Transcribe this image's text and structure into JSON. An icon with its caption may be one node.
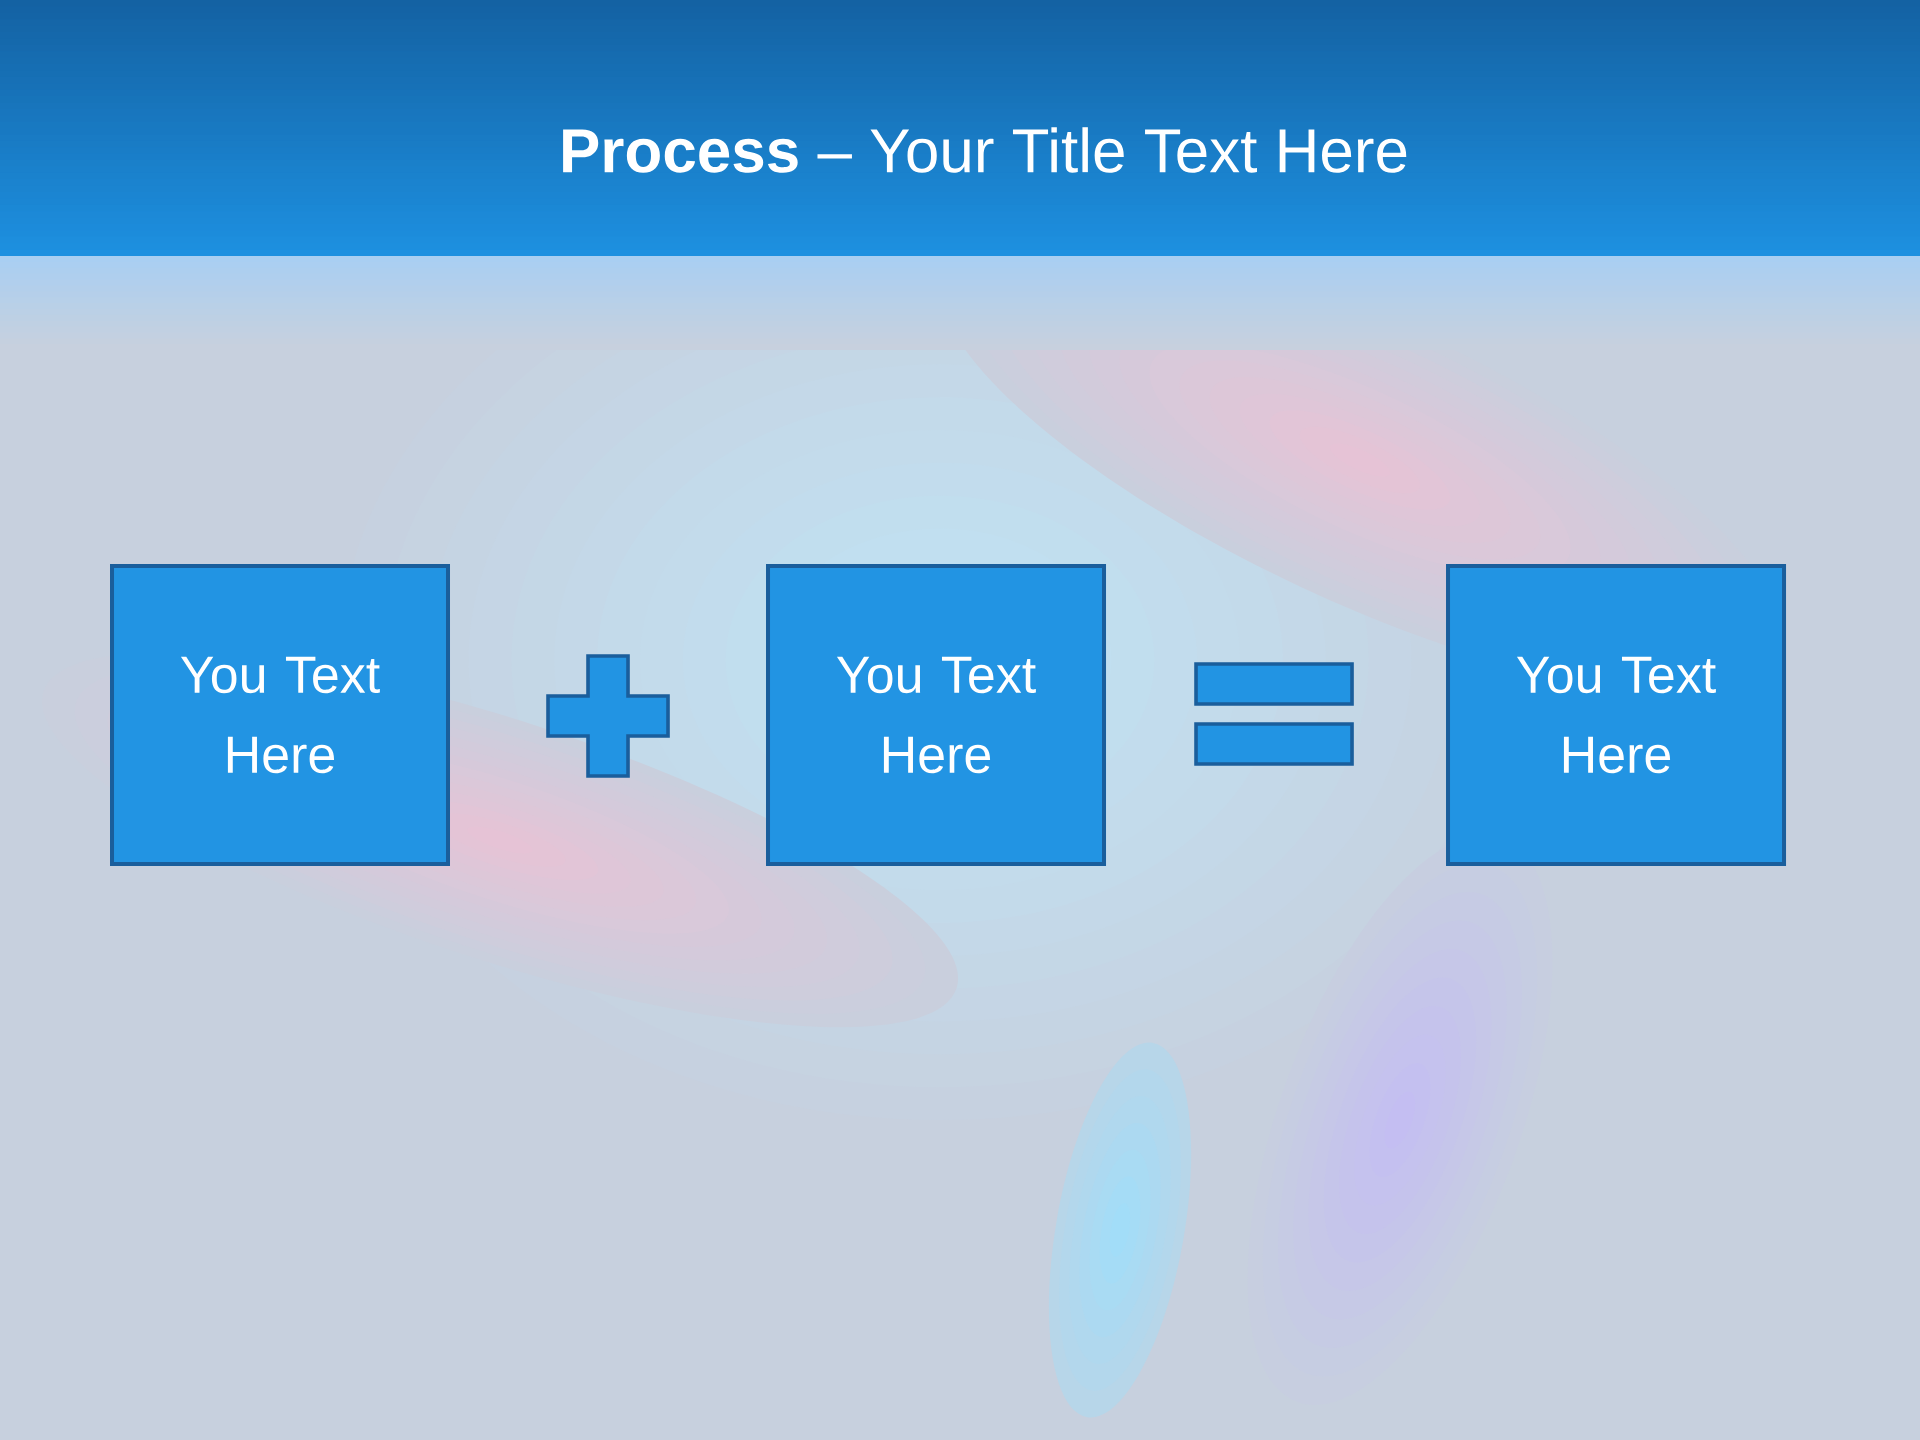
{
  "diagram": {
    "title": "**Process** – Your Title Text Here",
    "nodes": [
      {
        "text": [
          "You Text Here"
        ]
      },
      {
        "text": [
          "You Text Here"
        ]
      },
      {
        "text": [
          "You Text Here"
        ]
      }
    ]
  }
}
